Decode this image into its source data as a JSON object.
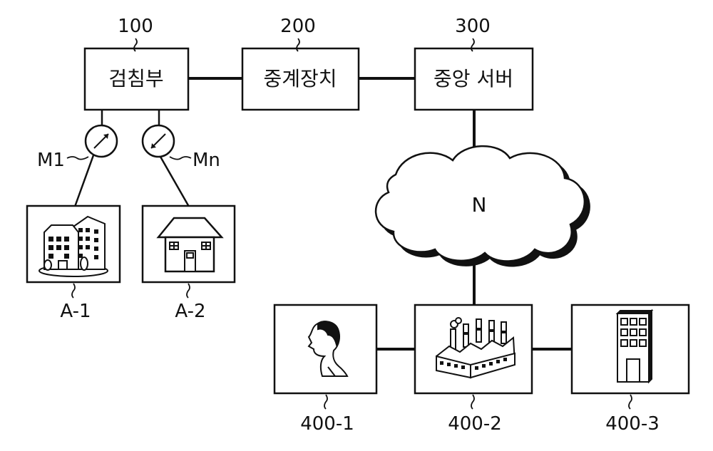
{
  "blocks": {
    "detector": {
      "ref": "100",
      "label": "검침부"
    },
    "relay": {
      "ref": "200",
      "label": "중계장치"
    },
    "server": {
      "ref": "300",
      "label": "중앙 서버"
    }
  },
  "meters": {
    "m1": "M1",
    "mn": "Mn"
  },
  "network": {
    "label": "N"
  },
  "premises": {
    "a1": "A-1",
    "a2": "A-2"
  },
  "consumers": {
    "c1": "400-1",
    "c2": "400-2",
    "c3": "400-3"
  },
  "icons": {
    "a1": "apartment-buildings-icon",
    "a2": "house-icon",
    "c1": "person-icon",
    "c2": "factory-icon",
    "c3": "office-building-icon",
    "meter": "gauge-meter-icon",
    "network": "cloud-icon"
  }
}
